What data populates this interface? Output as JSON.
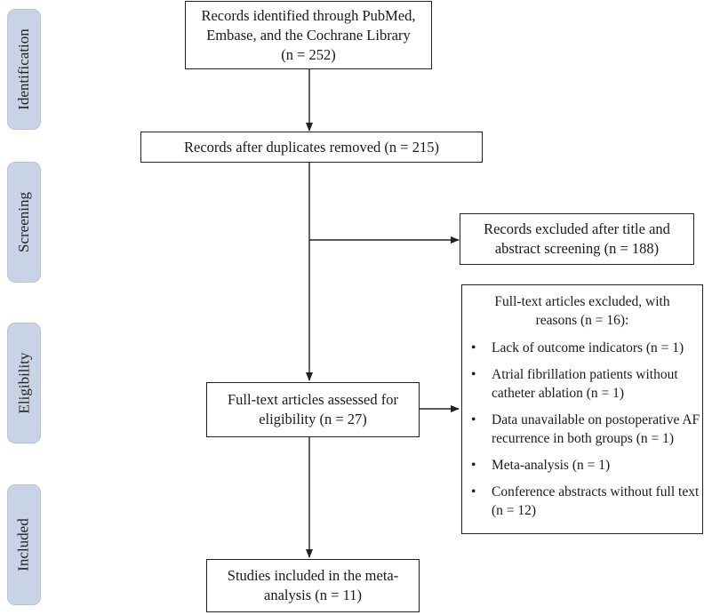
{
  "stages": {
    "identification": "Identification",
    "screening": "Screening",
    "eligibility": "Eligibility",
    "included": "Included"
  },
  "boxes": {
    "identified": {
      "line1": "Records identified through PubMed,",
      "line2": "Embase, and the Cochrane Library",
      "line3": "(n = 252)"
    },
    "duplicates_removed": {
      "line1": "Records after duplicates removed (n = 215)"
    },
    "excluded_screening": {
      "line1": "Records excluded after title and",
      "line2": "abstract screening (n = 188)"
    },
    "fulltext_assessed": {
      "line1": "Full-text articles assessed for",
      "line2": "eligibility (n = 27)"
    },
    "included_studies": {
      "line1": "Studies included in the meta-",
      "line2": "analysis (n = 11)"
    }
  },
  "fulltext_excluded": {
    "title_line1": "Full-text articles excluded, with",
    "title_line2": "reasons (n = 16):",
    "bullet": "•",
    "reasons": [
      {
        "line1": "Lack of outcome indicators (n = 1)",
        "line2": ""
      },
      {
        "line1": "Atrial fibrillation patients without",
        "line2": "catheter ablation (n = 1)"
      },
      {
        "line1": "Data unavailable on postoperative AF",
        "line2": "recurrence in both groups (n = 1)"
      },
      {
        "line1": "Meta-analysis (n = 1)",
        "line2": ""
      },
      {
        "line1": "Conference abstracts without full text",
        "line2": "(n = 12)"
      }
    ]
  }
}
